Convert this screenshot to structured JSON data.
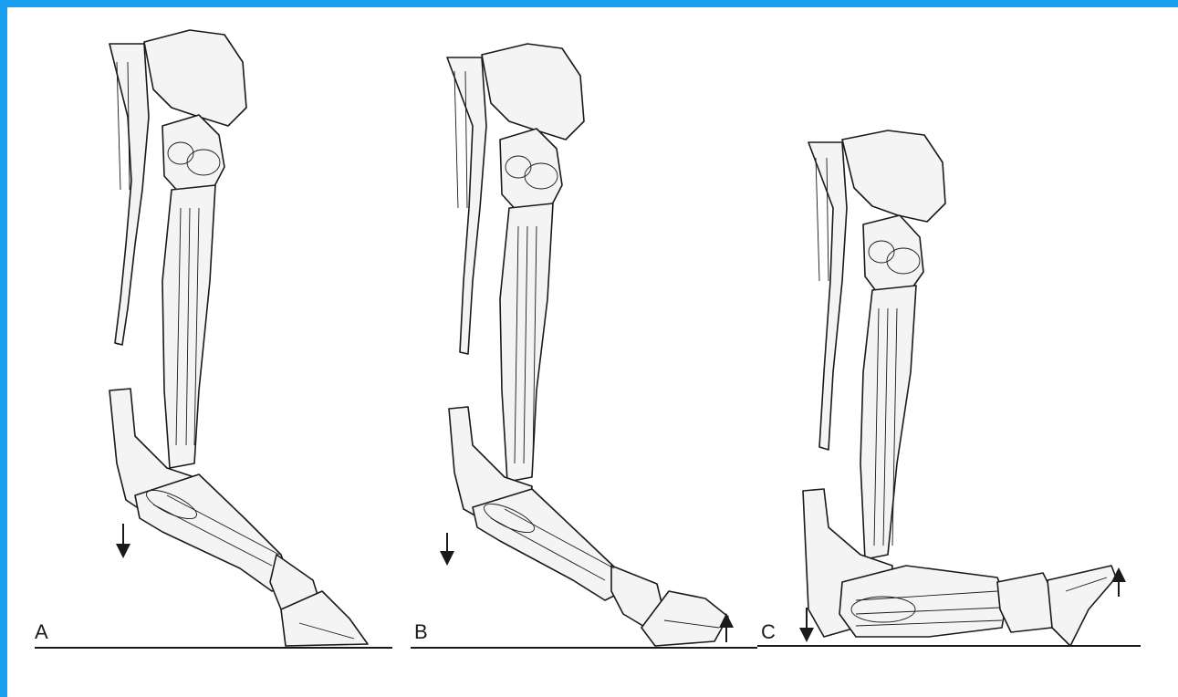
{
  "panels": [
    {
      "id": "A",
      "label": "A",
      "heel_arrow": "down",
      "toe_arrow": "none"
    },
    {
      "id": "B",
      "label": "B",
      "heel_arrow": "down",
      "toe_arrow": "up"
    },
    {
      "id": "C",
      "label": "C",
      "heel_arrow": "down",
      "toe_arrow": "up"
    }
  ],
  "colors": {
    "border": "#1a9ef0",
    "background": "#ffffff",
    "ink": "#1a1a1a",
    "bone_fill": "#f4f4f4"
  }
}
